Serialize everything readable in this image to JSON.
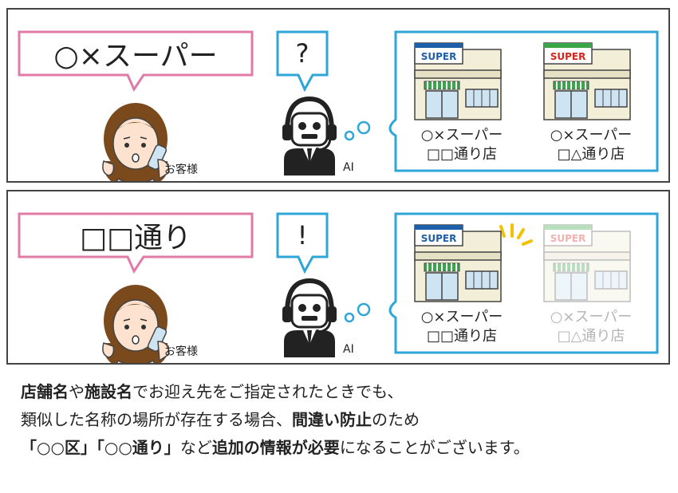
{
  "panels": [
    {
      "customer_speech": "○×スーパー",
      "ai_speech": "?",
      "customer_label": "お客様",
      "ai_label": "AI",
      "stores": [
        {
          "sign": "SUPER",
          "name": "○×スーパー",
          "branch": "□□通り店",
          "sign_color": "#1d5fa8",
          "highlighted": false,
          "faded": false
        },
        {
          "sign": "SUPER",
          "name": "○×スーパー",
          "branch": "□△通り店",
          "sign_color": "#d7251d",
          "highlighted": false,
          "faded": false
        }
      ]
    },
    {
      "customer_speech": "□□通り",
      "ai_speech": "!",
      "customer_label": "お客様",
      "ai_label": "AI",
      "stores": [
        {
          "sign": "SUPER",
          "name": "○×スーパー",
          "branch": "□□通り店",
          "sign_color": "#1d5fa8",
          "highlighted": true,
          "faded": false
        },
        {
          "sign": "SUPER",
          "name": "○×スーパー",
          "branch": "□△通り店",
          "sign_color": "#d7251d",
          "highlighted": false,
          "faded": true
        }
      ]
    }
  ],
  "description": {
    "line1": {
      "b1": "店舗名",
      "t1": "や",
      "b2": "施設名",
      "t2": "でお迎え先をご指定されたときでも、"
    },
    "line2": {
      "t1": "類似した名称の場所が存在する場合、",
      "b1": "間違い防止",
      "t2": "のため"
    },
    "line3": {
      "b1": "「○○区」「○○通り」",
      "t1": "など",
      "b2": "追加の情報が必要",
      "t2": "になることがございます。"
    }
  },
  "colors": {
    "customer_bubble": "#e07aa6",
    "ai_bubble": "#2ea6d8",
    "store_box": "#2ea6d8",
    "panel_border": "#444444",
    "highlight_rays": "#f2c200"
  }
}
